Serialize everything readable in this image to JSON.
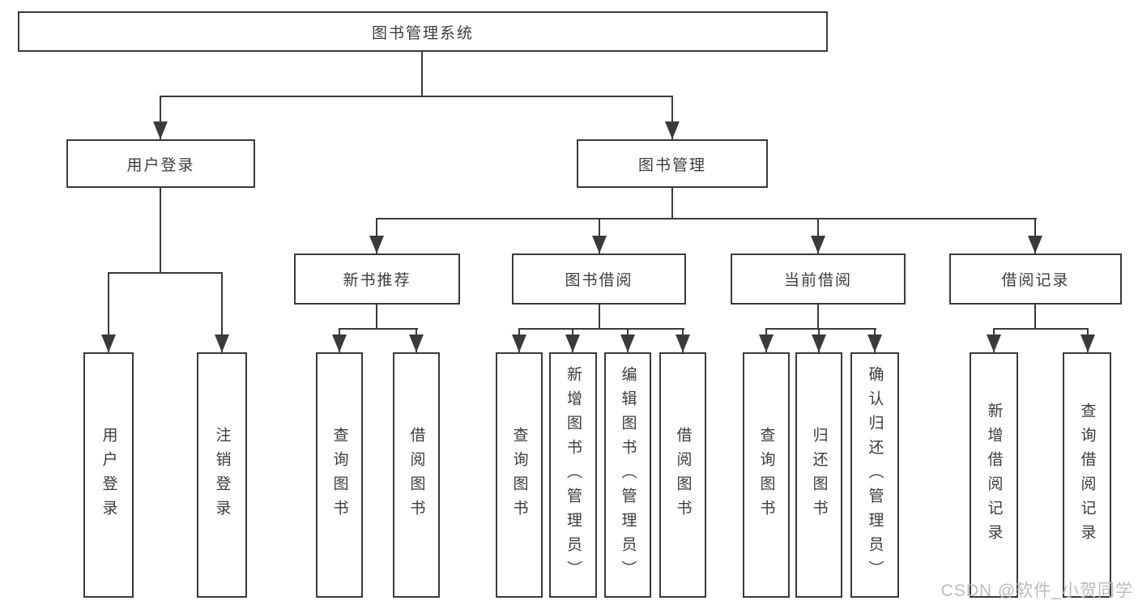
{
  "diagram": {
    "root_label": "图书管理系统",
    "level2": {
      "user_login": "用户登录",
      "book_mgmt": "图书管理"
    },
    "level3": {
      "new_books": "新书推荐",
      "book_borrow": "图书借阅",
      "current_borrow": "当前借阅",
      "borrow_records": "借阅记录"
    },
    "level4": {
      "user_login": [
        "用户登录",
        "注销登录"
      ],
      "new_books": [
        "查询图书",
        "借阅图书"
      ],
      "book_borrow": [
        "查询图书",
        "新增图书（管理员）",
        "编辑图书（管理员）",
        "借阅图书"
      ],
      "current_borrow": [
        "查询图书",
        "归还图书",
        "确认归还（管理员）"
      ],
      "borrow_records": [
        "新增借阅记录",
        "查询借阅记录"
      ]
    }
  },
  "watermark": {
    "text": "CSDN @软件_小贺同学"
  },
  "colors": {
    "line": "#3a3a3a",
    "text": "#3c3c3c",
    "watermark": "#b9bcbe",
    "background": "#ffffff"
  }
}
